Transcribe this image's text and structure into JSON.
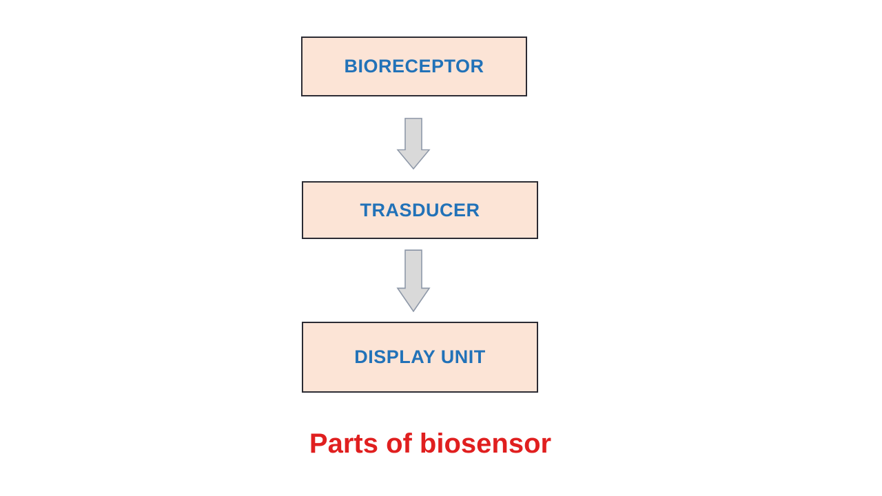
{
  "diagram": {
    "boxes": [
      {
        "label": "BIORECEPTOR"
      },
      {
        "label": "TRASDUCER"
      },
      {
        "label": "DISPLAY UNIT"
      }
    ],
    "arrow_icon": "down-block-arrow",
    "caption": "Parts of biosensor",
    "colors": {
      "background": "#ffffff",
      "box_fill": "#fce4d6",
      "box_border": "#2b2b33",
      "box_text": "#2272b8",
      "arrow_fill": "#d9d9d9",
      "arrow_border": "#8e98a8",
      "caption_text": "#e01f1f"
    }
  }
}
